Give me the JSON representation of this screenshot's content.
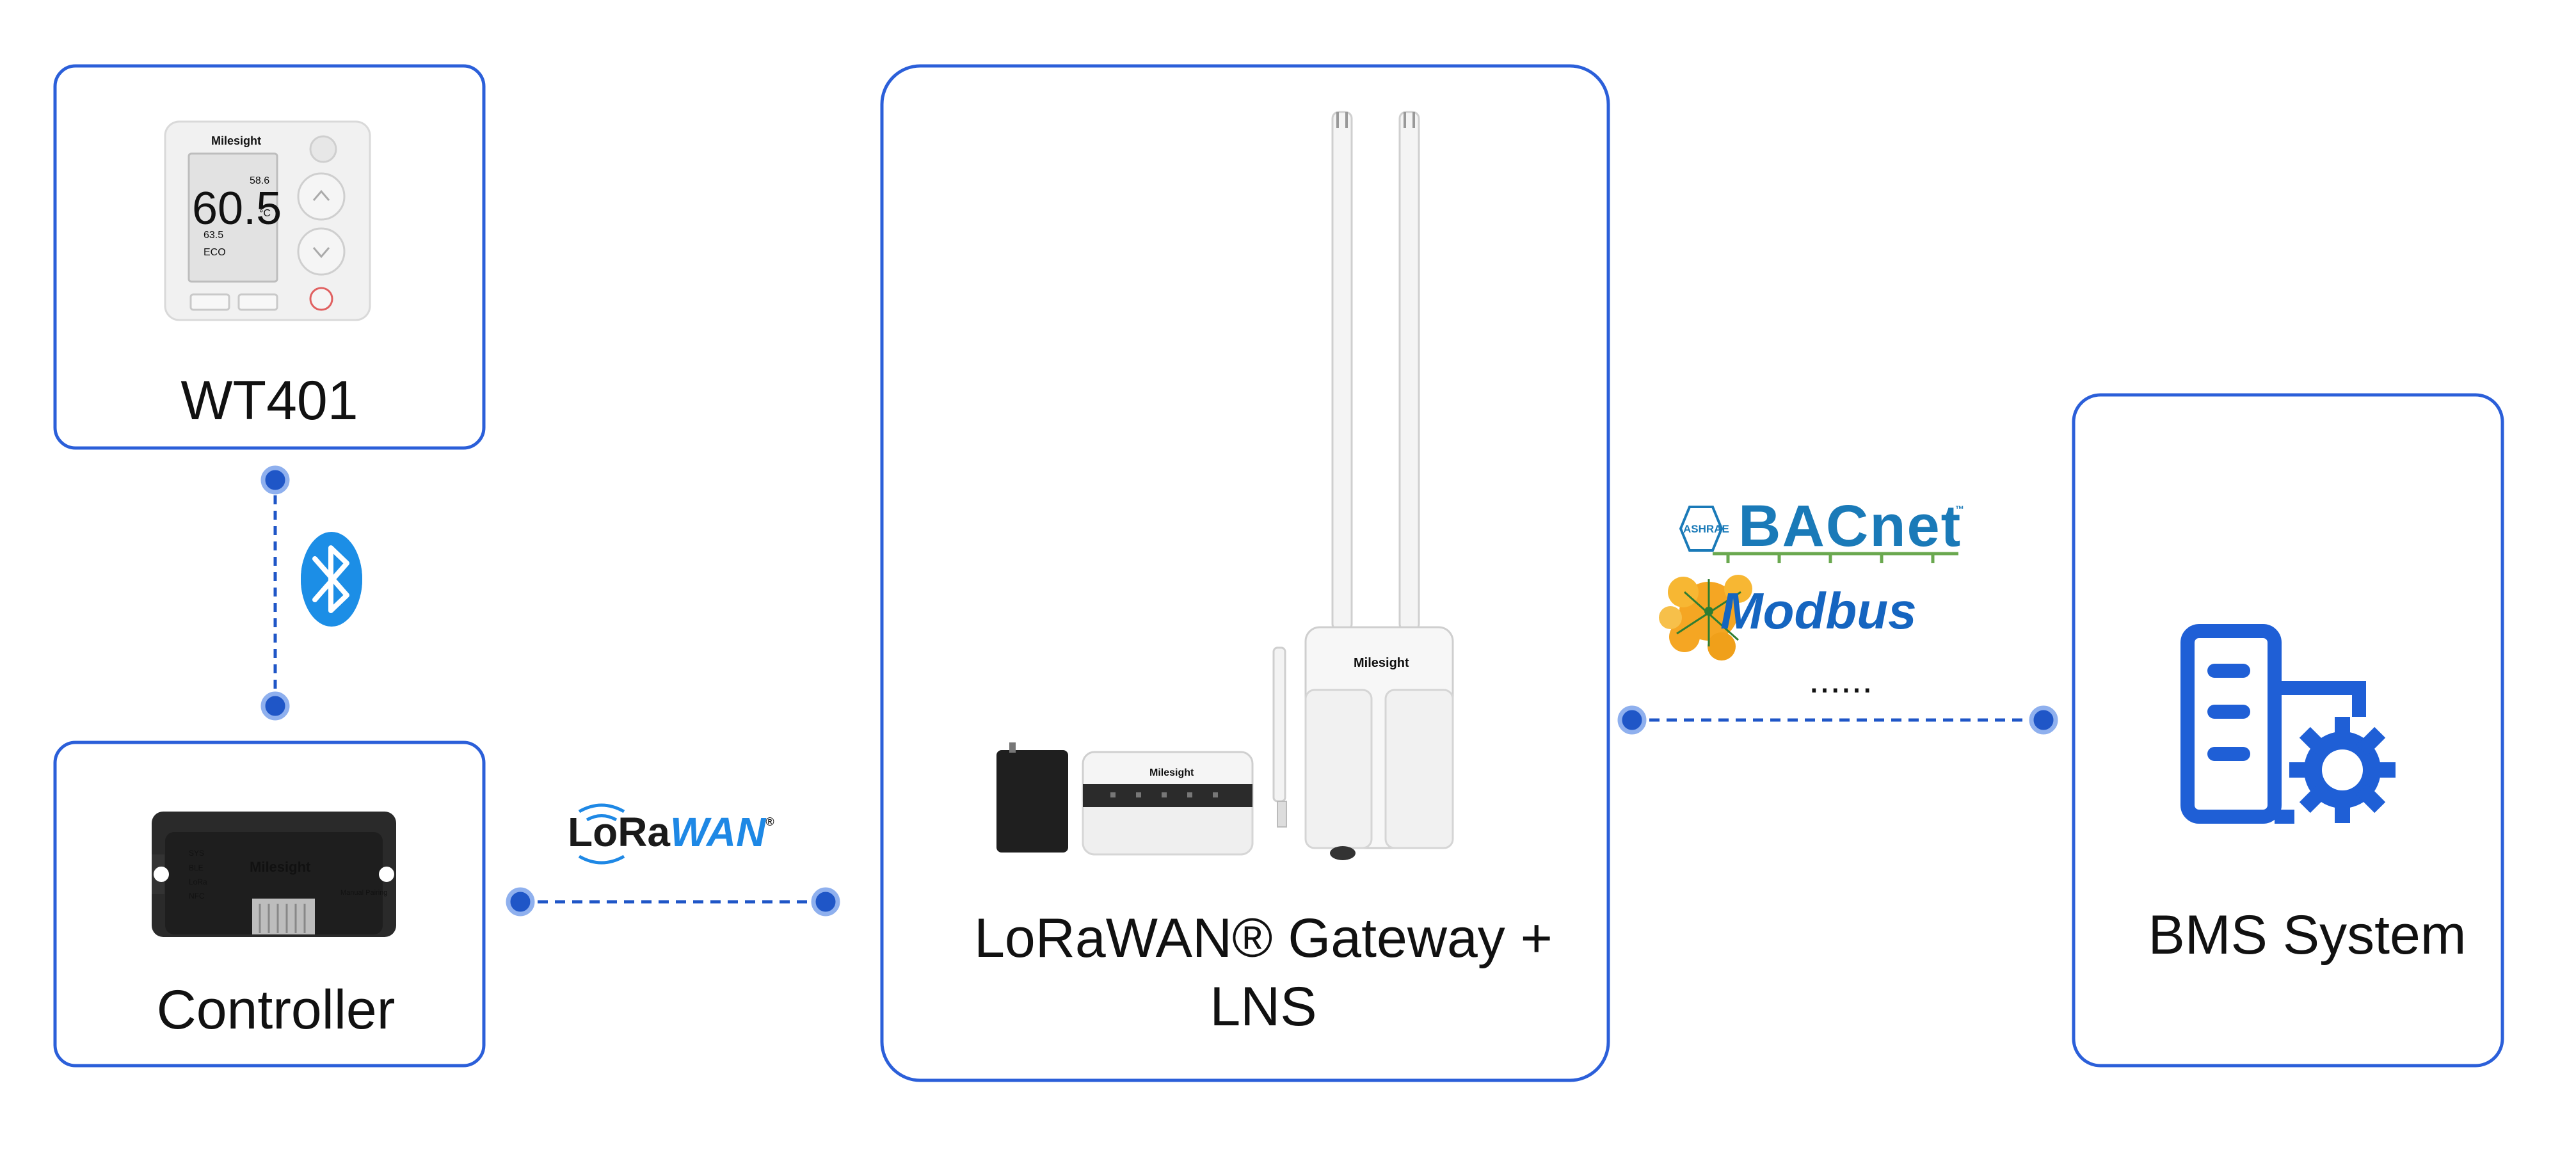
{
  "colors": {
    "accent_blue": "#1f56c7",
    "box_border": "#2b5fd9",
    "bluetooth_blue": "#1c8ee6",
    "bacnet_blue": "#1a7ab8",
    "bacnet_green": "#6aa84f",
    "modbus_blue": "#1565c0",
    "modbus_orange": "#f5a623",
    "lorawan_blue": "#1e88e5"
  },
  "nodes": {
    "wt401": {
      "label": "WT401",
      "icon": "thermostat-device-image",
      "device": {
        "brand": "Milesight",
        "temperature": "60.5",
        "unit": "°C",
        "humidity": "58.6",
        "setpoint": "63.5",
        "mode": "ECO"
      }
    },
    "controller": {
      "label": "Controller",
      "icon": "controller-device-image",
      "device": {
        "brand": "Milesight",
        "leds": [
          "SYS",
          "BLE",
          "LoRa",
          "NFC"
        ],
        "pairing": "Manual\nPairing"
      }
    },
    "gateway": {
      "label_line1": "LoRaWAN® Gateway +",
      "label_line2": "LNS",
      "icon": "gateway-devices-image",
      "brand": "Milesight"
    },
    "bms": {
      "label": "BMS System",
      "icon": "building-gear-icon"
    }
  },
  "links": {
    "bluetooth": {
      "icon": "bluetooth-icon"
    },
    "lorawan": {
      "logo_lo": "Lo",
      "logo_ra": "Ra",
      "logo_wan": "WAN",
      "logo_reg": "®",
      "icon": "lorawan-logo"
    },
    "protocols": {
      "bacnet_prefix": "ASHRAE",
      "bacnet": "BACnet",
      "bacnet_tm": "™",
      "modbus": "Modbus",
      "more": "......"
    }
  }
}
